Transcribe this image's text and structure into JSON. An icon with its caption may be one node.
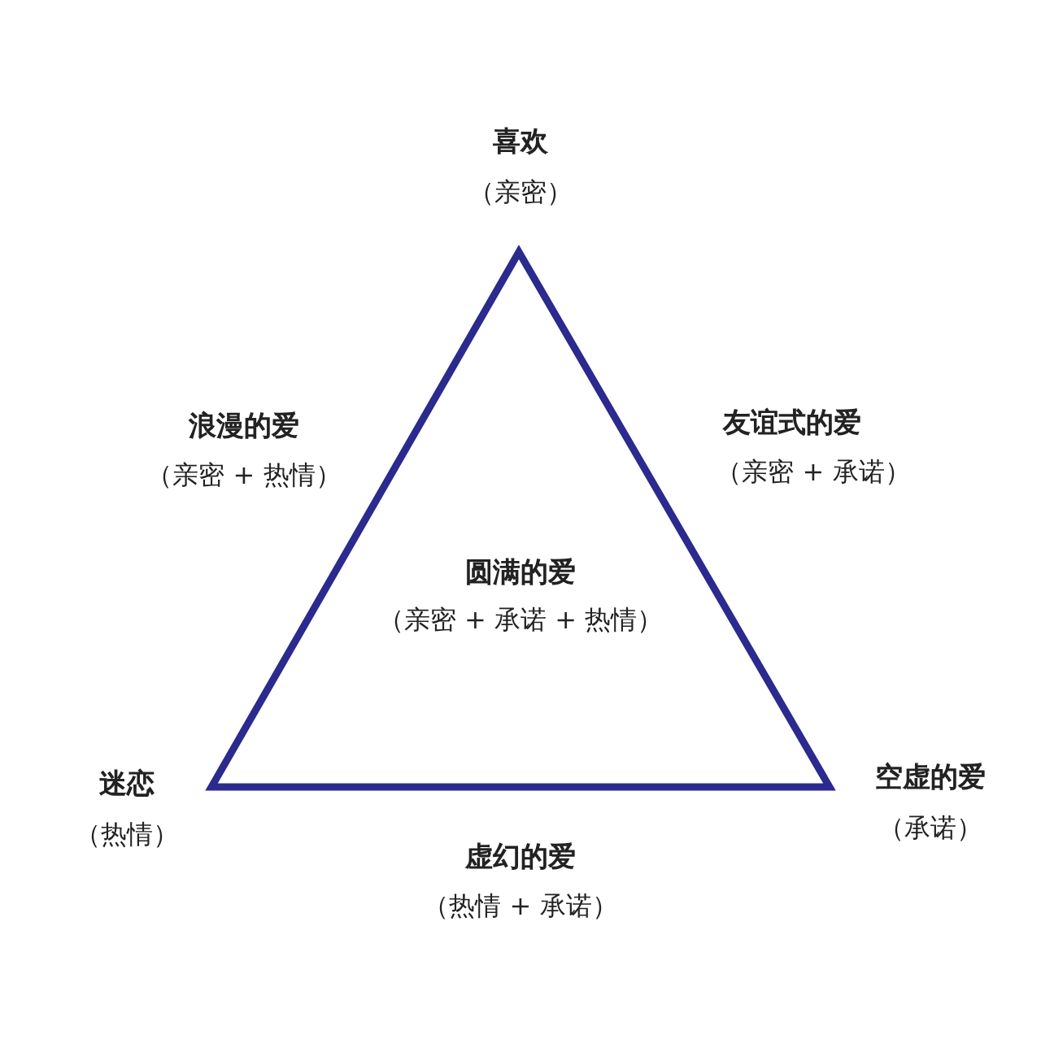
{
  "diagram": {
    "nodes": [
      {
        "text": [
          "圆满的爱",
          "（亲密 + 承诺 + 热情）"
        ]
      }
    ],
    "labels": [
      "喜欢",
      "（亲密）",
      "浪漫的爱",
      "（亲密 + 热情）",
      "友谊式的爱",
      "（亲密 + 承诺）",
      "迷恋",
      "（热情）",
      "空虚的爱",
      "（承诺）",
      "虚幻的爱",
      "（热情 + 承诺）"
    ]
  }
}
